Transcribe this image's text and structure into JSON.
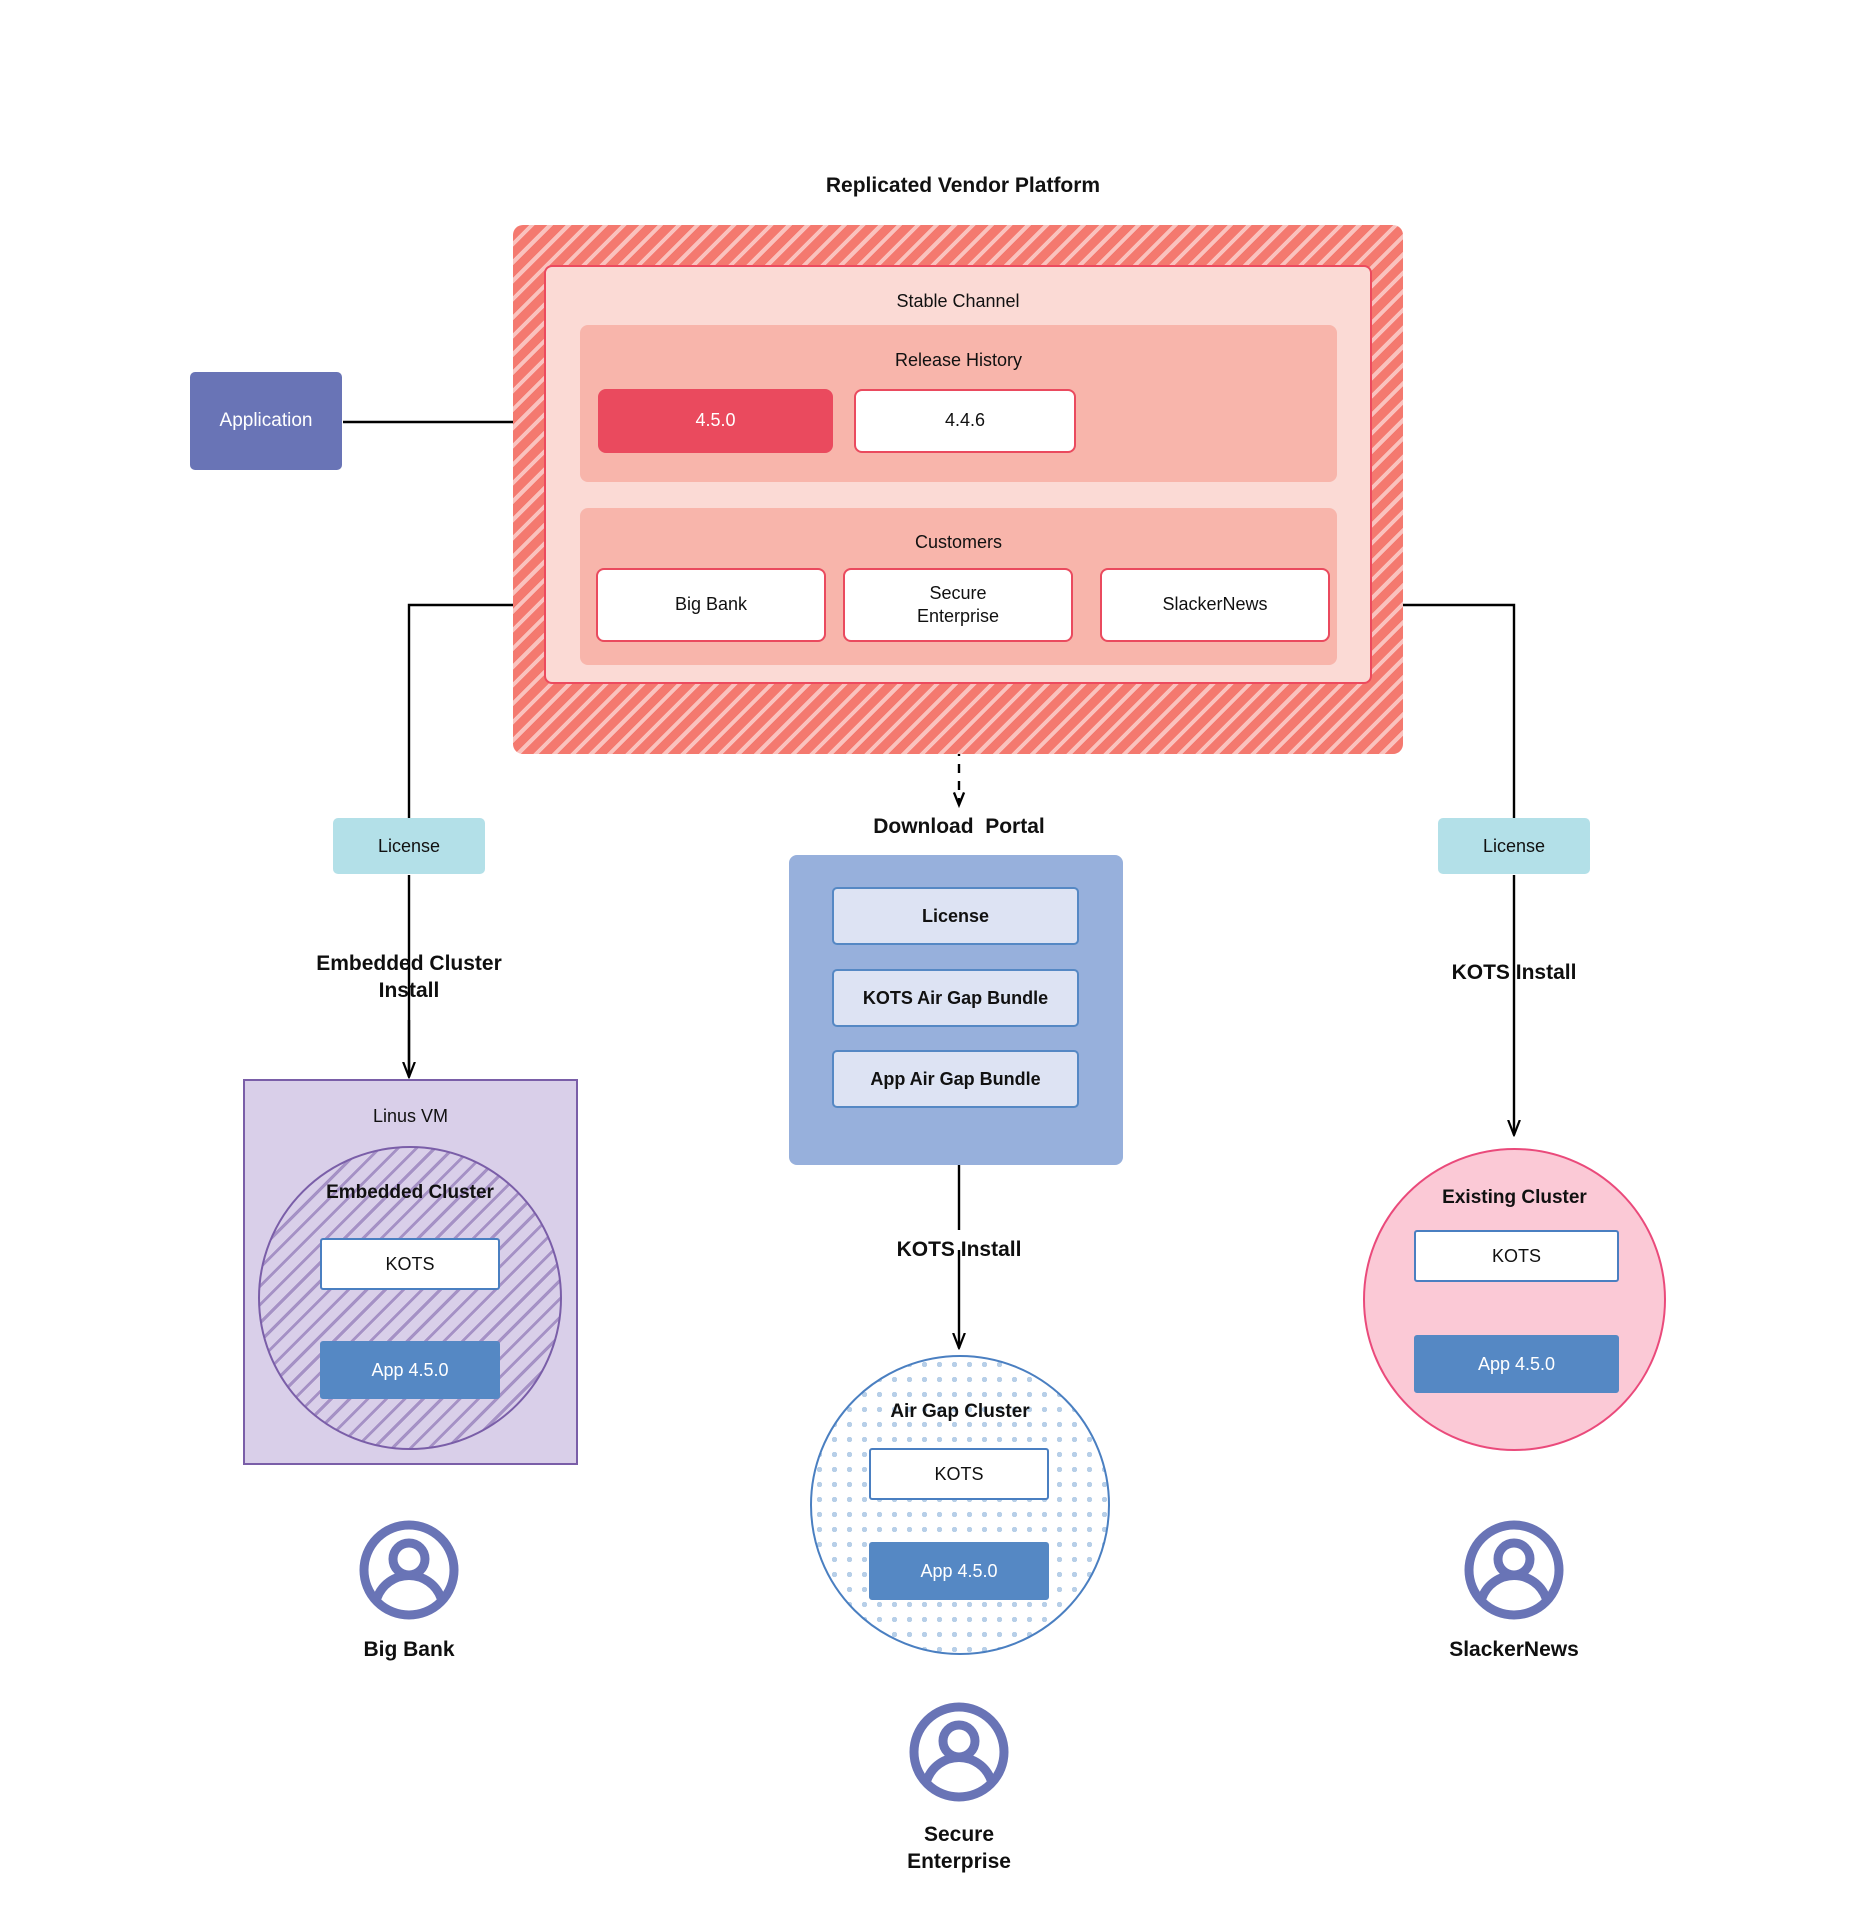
{
  "diagram": {
    "title": "Replicated Vendor Platform",
    "platform": {
      "title": "Replicated Vendor Platform",
      "channel": {
        "label": "Stable Channel",
        "release_history": {
          "label": "Release History",
          "releases": [
            {
              "version": "4.5.0",
              "state": "current"
            },
            {
              "version": "4.4.6",
              "state": "previous"
            }
          ]
        },
        "customers": {
          "label": "Customers",
          "items": [
            {
              "name": "Big Bank"
            },
            {
              "name": "Secure\nEnterprise"
            },
            {
              "name": "SlackerNews"
            }
          ]
        }
      }
    },
    "application_node": {
      "label": "Application"
    },
    "left_flow": {
      "license_label": "License",
      "install_label": "Embedded Cluster\nInstall",
      "vm": {
        "label": "Linus VM",
        "cluster_label": "Embedded Cluster",
        "kots_label": "KOTS",
        "app_label": "App 4.5.0"
      },
      "customer_label": "Big Bank"
    },
    "center_flow": {
      "portal_title": "Download  Portal",
      "portal_items": [
        {
          "label": "License"
        },
        {
          "label": "KOTS Air Gap Bundle"
        },
        {
          "label": "App Air Gap Bundle"
        }
      ],
      "install_label": "KOTS Install",
      "cluster": {
        "label": "Air Gap Cluster",
        "kots_label": "KOTS",
        "app_label": "App 4.5.0"
      },
      "customer_label": "Secure\nEnterprise"
    },
    "right_flow": {
      "license_label": "License",
      "install_label": "KOTS Install",
      "cluster": {
        "label": "Existing Cluster",
        "kots_label": "KOTS",
        "app_label": "App 4.5.0"
      },
      "customer_label": "SlackerNews"
    },
    "colors": {
      "platform_hatch": "#f4796f",
      "channel_fill": "#fbdad5",
      "band_fill": "#f8b5ab",
      "release_current": "#ea4a5e",
      "application": "#6974b6",
      "license": "#b3e0e8",
      "vm_fill": "#d9cfe9",
      "vm_stroke": "#7a5ea8",
      "portal_fill": "#97b0dc",
      "portal_item_fill": "#dde3f3",
      "kots_stroke": "#4a7fc1",
      "app_fill": "#5588c4",
      "existing_cluster_fill": "#fbc9d6",
      "existing_cluster_stroke": "#ea4a7b",
      "avatar": "#6974b6",
      "connector": "#000000"
    }
  }
}
